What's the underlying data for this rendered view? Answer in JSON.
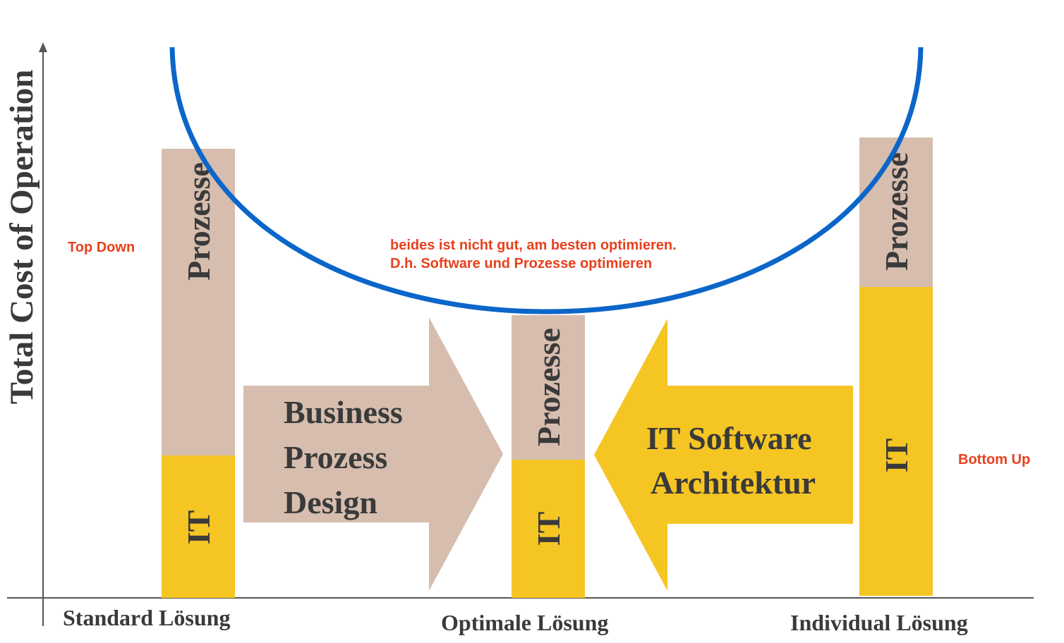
{
  "y_axis_label": "Total Cost of Operation",
  "x_labels": {
    "standard": "Standard Lösung",
    "optimal": "Optimale Lösung",
    "individual": "Individual Lösung"
  },
  "bars": {
    "standard": {
      "process_label": "Prozesse",
      "it_label": "IT"
    },
    "optimal": {
      "process_label": "Prozesse",
      "it_label": "IT"
    },
    "individual": {
      "process_label": "Prozesse",
      "it_label": "IT"
    }
  },
  "arrows": {
    "business": {
      "lines": [
        "Business",
        "Prozess",
        "Design"
      ]
    },
    "it": {
      "lines": [
        "IT Software",
        "Architektur"
      ]
    }
  },
  "annotations": {
    "top_down": "Top Down",
    "bottom_up": "Bottom Up",
    "optimize_line1": "beides ist nicht gut, am besten optimieren.",
    "optimize_line2": "D.h. Software und Prozesse optimieren"
  },
  "colors": {
    "process": "#d6bdae",
    "it": "#f5c523",
    "curve": "#0b66c9",
    "annotation": "#e8401c",
    "text": "#3a3a3a"
  }
}
